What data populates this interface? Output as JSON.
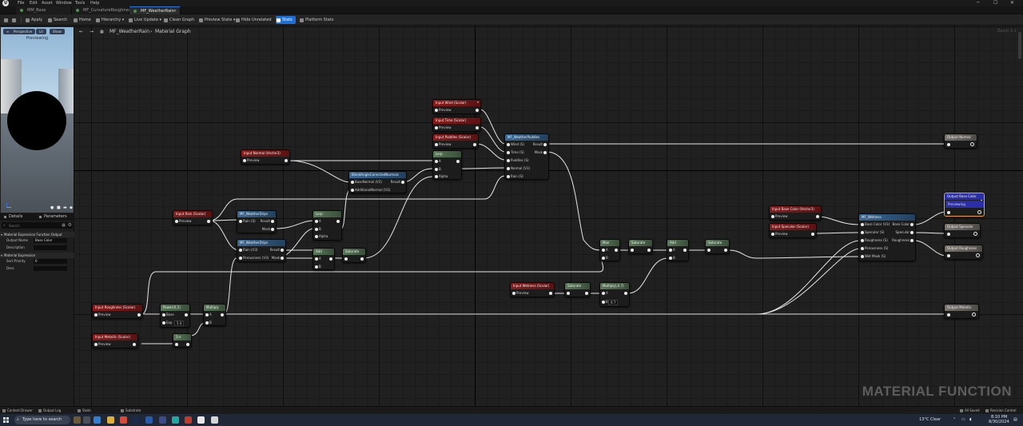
{
  "menu": [
    "File",
    "Edit",
    "Asset",
    "Window",
    "Tools",
    "Help"
  ],
  "tabs": [
    {
      "label": "MM_Base",
      "active": false
    },
    {
      "label": "MF_CurvatureRoughness",
      "active": false
    },
    {
      "label": "MF_WeatherRain",
      "active": true
    }
  ],
  "toolbar": {
    "apply": "Apply",
    "search": "Search",
    "home": "Home",
    "hierarchy": "Hierarchy",
    "live_update": "Live Update",
    "clean_graph": "Clean Graph",
    "preview_state": "Preview State",
    "hide_unrelated": "Hide Unrelated",
    "stats": "Stats",
    "platform_stats": "Platform Stats"
  },
  "viewport": {
    "perspective": "Perspective",
    "lit": "Lit",
    "show": "Show",
    "label": "Previewing"
  },
  "details": {
    "tab_details": "Details",
    "tab_parameters": "Parameters",
    "search_placeholder": "Search",
    "section1": "Material Expression Function Output",
    "output_name_label": "Output Name",
    "output_name_value": "Base Color",
    "description_label": "Description",
    "section2": "Material Expression",
    "sort_priority_label": "Sort Priority",
    "sort_priority_value": "0",
    "desc2_label": "Desc"
  },
  "graph": {
    "breadcrumb_asset": "MF_WeatherRain",
    "breadcrumb_sep": "›",
    "breadcrumb_graph": "Material Graph",
    "zoom": "Zoom 1:1",
    "watermark": "MATERIAL FUNCTION"
  },
  "nodes": {
    "input_wind": "Input Wind (Scalar)",
    "input_time": "Input Time (Scalar)",
    "input_puddles": "Input Puddles (Scalar)",
    "input_normal": "Input Normal (Vector3)",
    "input_rain": "Input Rain (Scalar)",
    "input_roughness": "Input Roughness (Scalar)",
    "input_metallic": "Input Metallic (Scalar)",
    "input_wetness": "Input Wetness (Scalar)",
    "input_base_color": "Input Base Color (Vector3)",
    "input_specular": "Input Specular (Scalar)",
    "preview": "Preview",
    "mf_weather_puddles": "MF_WeatherPuddles",
    "mf_weather_drips": "MF_WeatherDrips",
    "mf_weather_drips2": "MF_WeatherDrips",
    "mf_wetness": "MF_Wetness",
    "blend_normals": "BlendAngleCorrectedNormals",
    "lerp": "Lerp",
    "add": "Add",
    "saturate": "Saturate",
    "max": "Max",
    "power": "Power(X,5)",
    "multiply": "Multiply",
    "multiply_07": "Multiply(,0.7)",
    "one_minus": "1-x",
    "output_normal": "Output Normal",
    "output_base_color": "Output Base Color",
    "output_base_color_sub": "Previewing",
    "output_specular": "Output Specular",
    "output_roughness": "Output Roughness",
    "output_metallic": "Output Metallic",
    "pins": {
      "result": "Result",
      "mask": "Mask",
      "wind": "Wind (S)",
      "time": "Time (S)",
      "puddles": "Puddles (S)",
      "normal": "Normal (V3)",
      "rain": "Rain (S)",
      "rain_s": "Rain (S)",
      "rain_v3": "Rain (V3)",
      "porousness": "Porousness (V3)",
      "a": "A",
      "b": "B",
      "alpha": "Alpha",
      "base": "Base",
      "exp": "Exp",
      "exp_val": "5.0",
      "b_val": "0.7",
      "base_normal": "BaseNormal (V3)",
      "additional_normal": "AdditionalNormal (V3)",
      "base_color_in": "Base Color (V3)",
      "specular_in": "Specular (S)",
      "roughness_in": "Roughness (S)",
      "porousness_in": "Porousness (S)",
      "wet_mask": "Wet Mask (S)",
      "base_color_out": "Base Color",
      "specular_out": "Specular",
      "roughness_out": "Roughness"
    }
  },
  "bottombar": {
    "content_drawer": "Content Drawer",
    "output_log": "Output Log",
    "state": "State",
    "substrate": "Substrate",
    "all_saved": "All Saved",
    "revision_control": "Revision Control"
  },
  "taskbar": {
    "search": "Type here to search",
    "weather": "13°C  Clear",
    "time": "8:10 PM",
    "date": "8/30/2024"
  }
}
